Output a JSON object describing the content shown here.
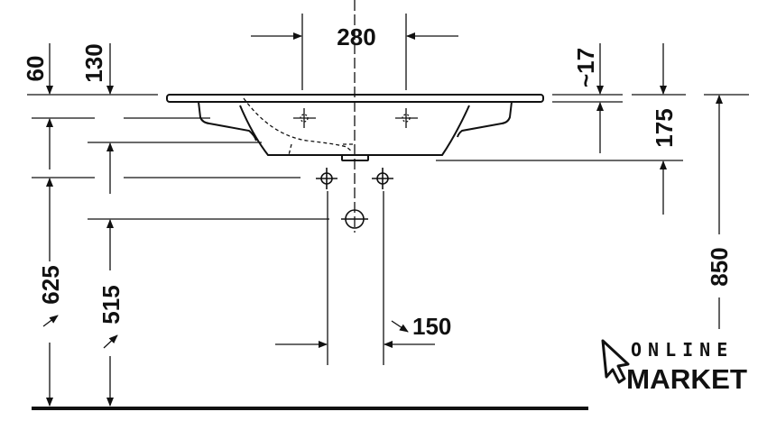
{
  "drawing": {
    "dimensions": {
      "d280": "280",
      "d60": "60",
      "d130": "130",
      "d17": "~17",
      "d175": "175",
      "d850": "850",
      "d625": "625",
      "d515": "515",
      "d150": "150"
    }
  },
  "watermark": {
    "line1": "ONLINE",
    "line2": "MARKET"
  },
  "colors": {
    "ink": "#111111",
    "background": "#ffffff"
  }
}
